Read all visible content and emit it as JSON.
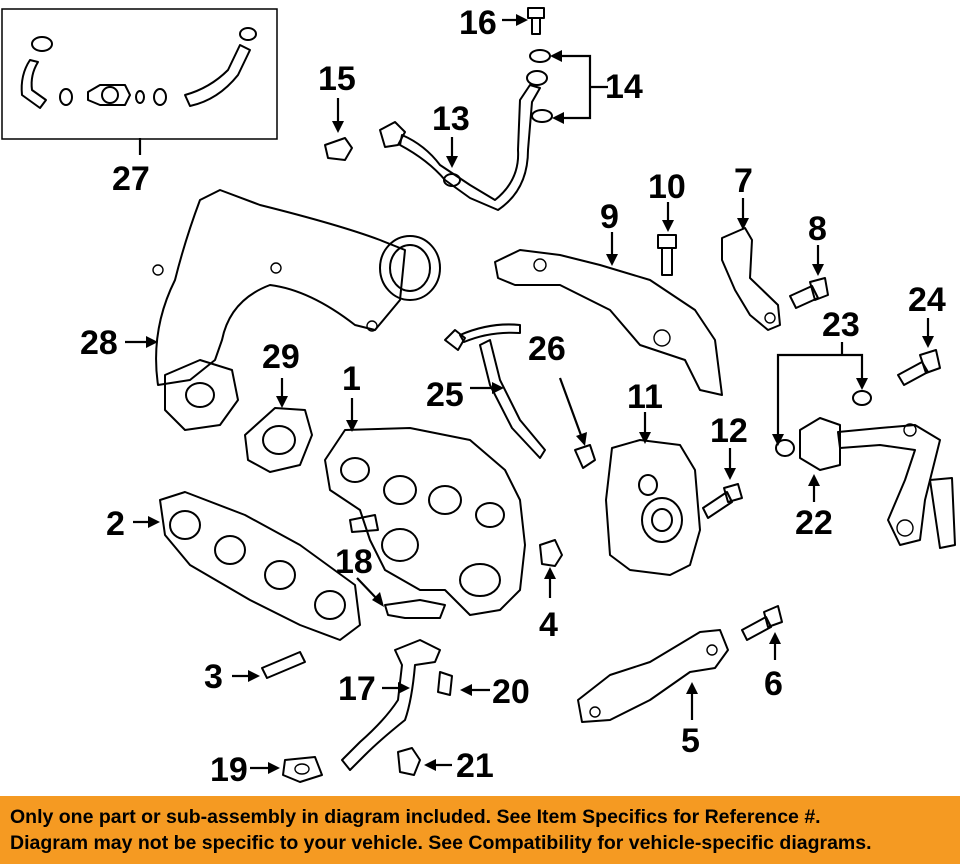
{
  "callouts": {
    "c1": "1",
    "c2": "2",
    "c3": "3",
    "c4": "4",
    "c5": "5",
    "c6": "6",
    "c7": "7",
    "c8": "8",
    "c9": "9",
    "c10": "10",
    "c11": "11",
    "c12": "12",
    "c13": "13",
    "c14": "14",
    "c15": "15",
    "c16": "16",
    "c17": "17",
    "c18": "18",
    "c19": "19",
    "c20": "20",
    "c21": "21",
    "c22": "22",
    "c23": "23",
    "c24": "24",
    "c25": "25",
    "c26": "26",
    "c27": "27",
    "c28": "28",
    "c29": "29"
  },
  "banner": {
    "line1": "Only one part or sub-assembly in diagram included. See Item Specifics for Reference #.",
    "line2": "Diagram may not be specific to your vehicle. See Compatibility for vehicle-specific diagrams."
  },
  "colors": {
    "banner_bg": "#f59a22",
    "ink": "#000000",
    "background": "#ffffff"
  }
}
